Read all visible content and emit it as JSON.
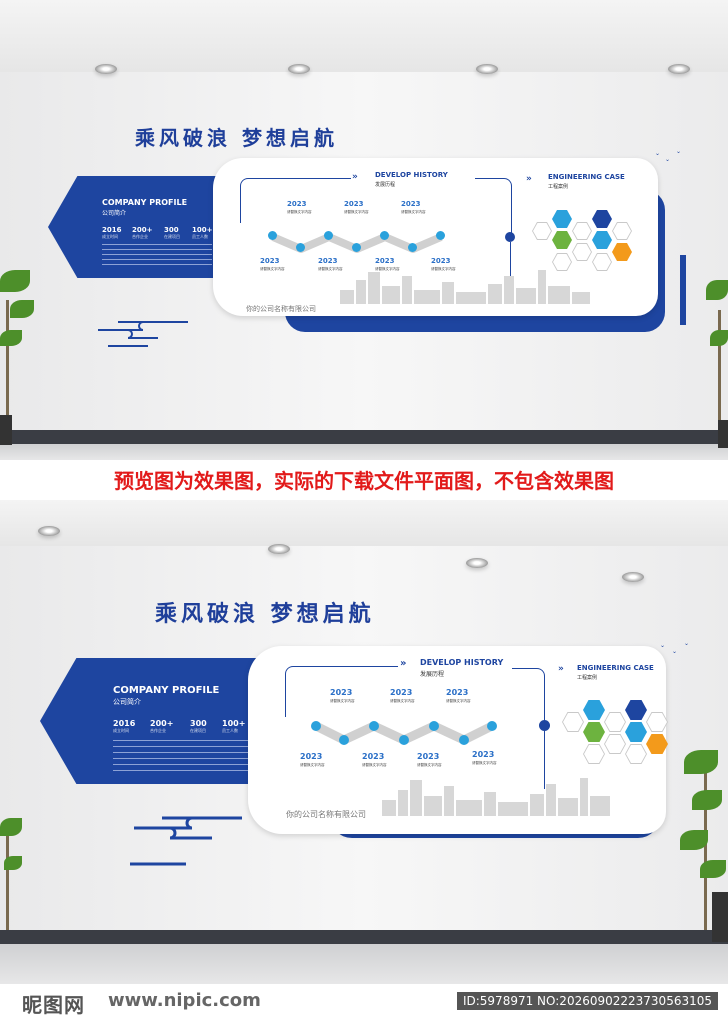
{
  "slogan": "乘风破浪  梦想启航",
  "company_profile": {
    "title_en": "COMPANY PROFILE",
    "title_cn": "公司简介",
    "stats": [
      {
        "value": "2016",
        "label": "成立时间"
      },
      {
        "value": "200+",
        "label": "合作企业"
      },
      {
        "value": "300",
        "label": "在建项目"
      },
      {
        "value": "100+",
        "label": "员工人数"
      }
    ]
  },
  "develop_history": {
    "title_en": "DEVELOP HISTORY",
    "title_cn": "发展历程",
    "top_years": [
      "2023",
      "2023",
      "2023"
    ],
    "bottom_years": [
      "2023",
      "2023",
      "2023",
      "2023"
    ],
    "event_label": "请替换文字内容"
  },
  "engineering_case": {
    "title_en": "ENGINEERING CASE",
    "title_cn": "工程案例"
  },
  "company_name": "你的公司名称有限公司",
  "notice": "预览图为效果图，实际的下载文件平面图，不包含效果图",
  "watermark": {
    "brand": "昵图网",
    "url": "www.nipic.com",
    "id": "ID:5978971 NO:20260902223730563105"
  },
  "colors": {
    "brand_blue": "#1e45a0",
    "accent_cyan": "#2aa1dc",
    "accent_green": "#6db33f",
    "accent_orange": "#f39a1b",
    "notice_red": "#e21a1a"
  }
}
